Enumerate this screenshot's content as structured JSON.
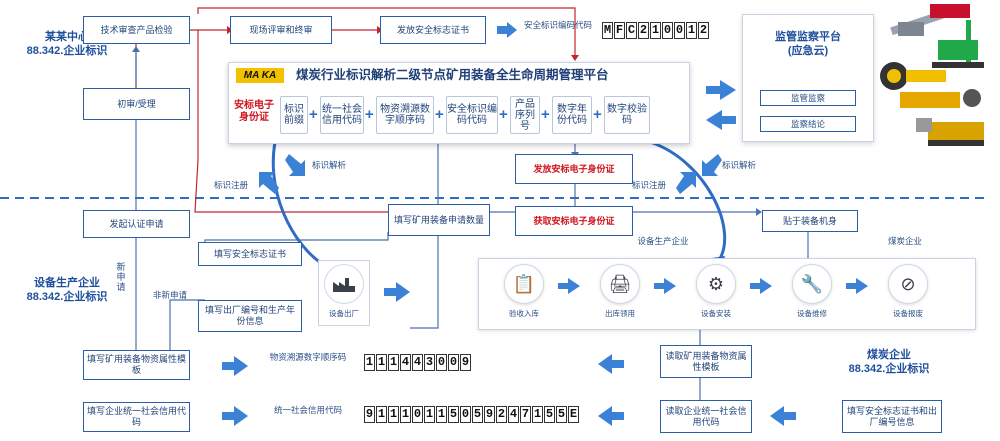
{
  "orgs": {
    "center": "某某中心\n88.342.企业标识",
    "producer": "设备生产企业\n88.342.企业标识",
    "coal": "煤炭企业\n88.342.企业标识"
  },
  "left": {
    "tech_review": "技术审查产品检验",
    "initial": "初审/受理",
    "apply_cert": "发起认证申请",
    "fill_attr": "填写矿用装备物资属性模板",
    "fill_credit": "填写企业统一社会信用代码",
    "new_apply": "新申请",
    "renew_apply": "非新申请",
    "fill_sign": "填写安全标志证书",
    "fill_factory": "填写出厂编号和生产年份信息"
  },
  "top": {
    "site_review": "现场评审和终审",
    "issue_cert": "发放安全标志证书",
    "cert_code_label": "安全标识编码代码",
    "cert_code": "MFC210012"
  },
  "platform": {
    "logo": "MA KA",
    "title": "煤炭行业标识解析二级节点矿用装备全生命周期管理平台",
    "id_label": "安标电子身份证",
    "segments": [
      "标识前缀",
      "统一社会信用代码",
      "物资溯源数字顺序码",
      "安全标识编码代码",
      "产品序列号",
      "数字年份代码",
      "数字校验码"
    ]
  },
  "supervision": {
    "title": "监管监察平台\n(应急云)",
    "btn1": "监管监察",
    "btn2": "监察结论"
  },
  "middle": {
    "parse_left": "标识解析",
    "register_left": "标识注册",
    "parse_right": "标识解析",
    "register_right": "标识注册",
    "issue_id": "发放安标电子身份证",
    "get_id": "获取安标电子身份证",
    "fill_qty": "填写矿用装备申请数量",
    "attach": "贴于装备机身",
    "producer_tag": "设备生产企业",
    "coal_tag": "煤炭企业"
  },
  "lifecycle": {
    "factory": "设备出厂",
    "stages": [
      "验收入库",
      "出库领用",
      "设备安装",
      "设备维修",
      "设备报废"
    ]
  },
  "bottom": {
    "trace_label": "物资溯源数字顺序码",
    "trace_code": "111443009",
    "credit_label": "统一社会信用代码",
    "credit_code": "91110115059247155E",
    "read_attr": "读取矿用装备物资属性模板",
    "read_credit": "读取企业统一社会信用代码",
    "fill_sign_coal": "填写安全标志证书和出厂编号信息"
  },
  "colors": {
    "accent": "#2f6cc4",
    "red": "#d0141e",
    "line": "#c0272d"
  }
}
